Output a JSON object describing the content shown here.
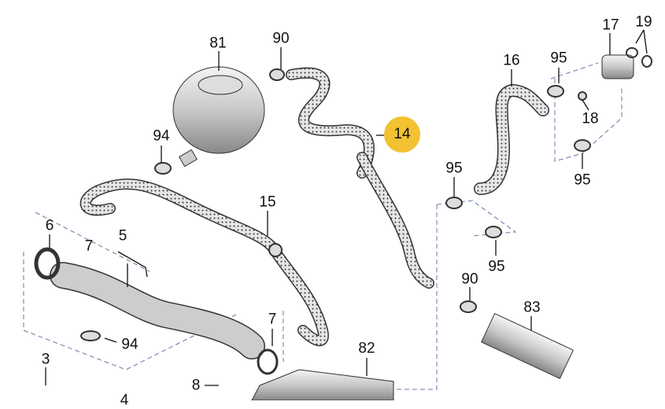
{
  "diagram": {
    "title": "Coolant hoses and expansion tank exploded view",
    "highlight_color": "#f2c232",
    "callouts": {
      "c81": "81",
      "c90a": "90",
      "c94a": "94",
      "c14": "14",
      "c15": "15",
      "c16": "16",
      "c95a": "95",
      "c17": "17",
      "c19": "19",
      "c18": "18",
      "c95b": "95",
      "c95c": "95",
      "c95d": "95",
      "c90b": "90",
      "c83": "83",
      "c82": "82",
      "c7a": "7",
      "c94b": "94",
      "c6": "6",
      "c7b": "7",
      "c5": "5",
      "c3": "3",
      "c4": "4",
      "c8": "8"
    }
  }
}
